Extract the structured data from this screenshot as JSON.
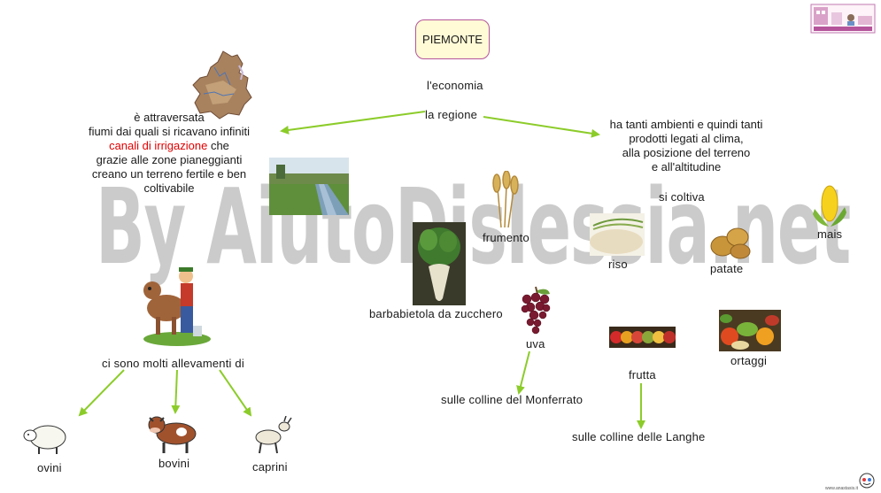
{
  "title": "PIEMONTE",
  "watermark": "By AiutoDislessia.net",
  "nodes": {
    "economia": "l'economia",
    "regione": "la regione",
    "left_desc": {
      "line1": "è attraversata",
      "line2": "fiumi dai quali si ricavano infiniti",
      "line3_red": "canali di irrigazione",
      "line3_rest": " che",
      "line4": "grazie alle zone pianeggianti",
      "line5": "creano un terreno fertile e ben",
      "line6": "coltivabile"
    },
    "right_desc": {
      "line1": "ha tanti ambienti e quindi tanti",
      "line2": "prodotti legati al clima,",
      "line3": "alla posizione del terreno",
      "line4": "e all'altitudine"
    },
    "si_coltiva": "si coltiva",
    "crops": {
      "frumento": "frumento",
      "riso": "riso",
      "patate": "patate",
      "mais": "mais",
      "barbabietola": "barbabietola da zucchero",
      "uva": "uva",
      "frutta": "frutta",
      "ortaggi": "ortaggi"
    },
    "monferrato": "sulle colline del Monferrato",
    "langhe": "sulle colline delle Langhe",
    "allevamenti": "ci sono molti allevamenti di",
    "animals": {
      "ovini": "ovini",
      "bovini": "bovini",
      "caprini": "caprini"
    }
  },
  "footer": "www.anastasis.it",
  "colors": {
    "arrow": "#8ccc2a",
    "title_border": "#b5549a",
    "title_fill": "#fffbd6",
    "accent_red": "#e00000",
    "watermark": "#c9c9c9"
  }
}
